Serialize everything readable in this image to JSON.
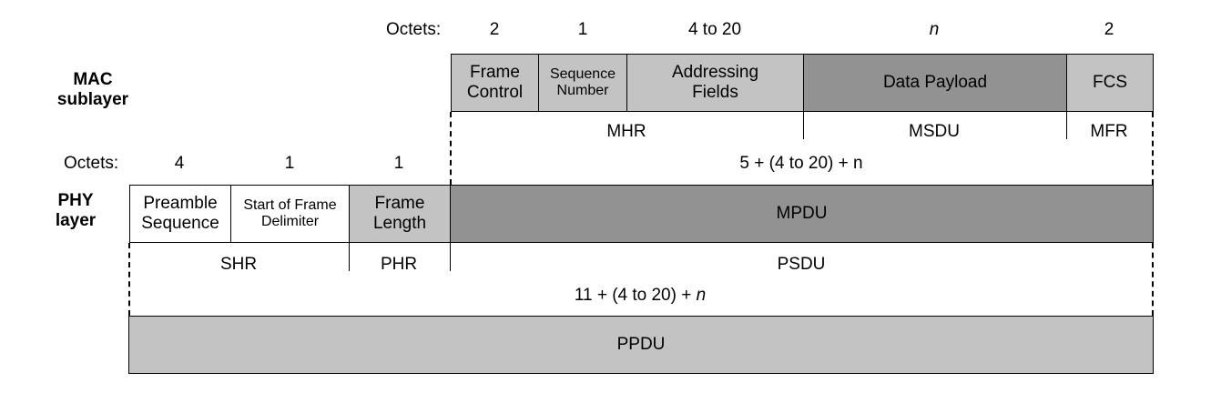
{
  "mac": {
    "layer_label": "MAC\nsublayer",
    "octets_label": "Octets:",
    "octets": [
      "2",
      "1",
      "4 to 20",
      "n",
      "2"
    ],
    "fields": [
      {
        "label": "Frame\nControl",
        "fill": "light"
      },
      {
        "label": "Sequence\nNumber",
        "fill": "light"
      },
      {
        "label": "Addressing\nFields",
        "fill": "light"
      },
      {
        "label": "Data Payload",
        "fill": "dark"
      },
      {
        "label": "FCS",
        "fill": "light"
      }
    ],
    "groups": [
      "MHR",
      "MSDU",
      "MFR"
    ],
    "total": "5 + (4 to 20) + n"
  },
  "phy": {
    "layer_label": "PHY\nlayer",
    "octets_label": "Octets:",
    "octets": [
      "4",
      "1",
      "1"
    ],
    "fields": [
      {
        "label": "Preamble\nSequence",
        "fill": "white"
      },
      {
        "label": "Start of Frame\nDelimiter",
        "fill": "white"
      },
      {
        "label": "Frame\nLength",
        "fill": "light"
      },
      {
        "label": "MPDU",
        "fill": "dark"
      }
    ],
    "groups": [
      "SHR",
      "PHR",
      "PSDU"
    ],
    "total": "11 + (4 to 20) + ",
    "total_var": "n",
    "ppdu": "PPDU"
  },
  "colors": {
    "light": "#c3c3c3",
    "dark": "#929292",
    "white": "#ffffff"
  }
}
